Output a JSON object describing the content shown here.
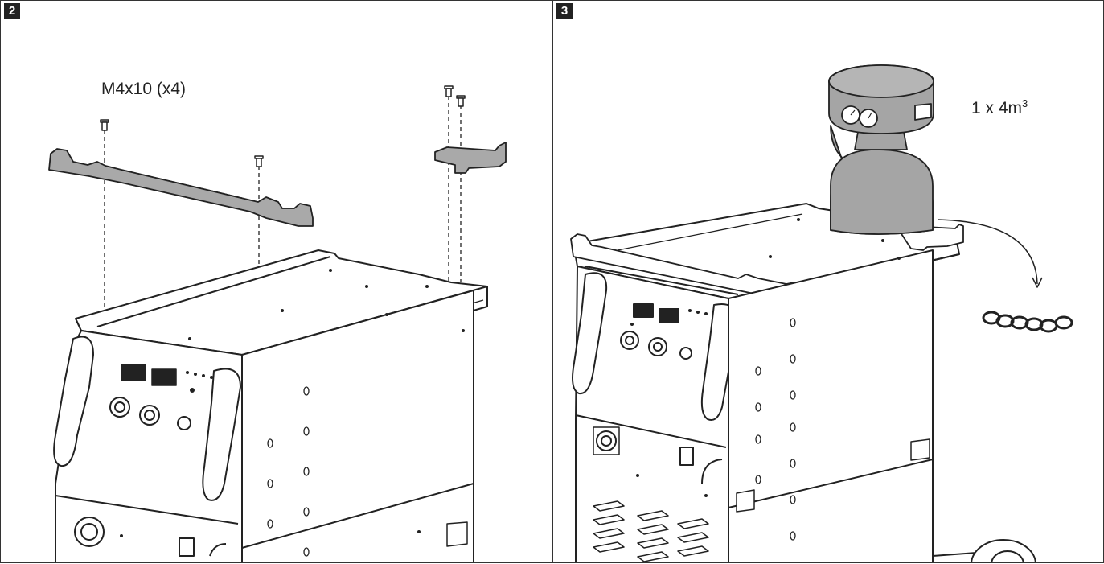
{
  "panels": [
    {
      "step": "2",
      "label": "M4x10 (x4)"
    },
    {
      "step": "3",
      "label_main": "1 x 4m",
      "label_sup": "3"
    }
  ],
  "colors": {
    "line": "#222222",
    "part_fill": "#a9a9a9",
    "cylinder_fill": "#a5a5a5",
    "panel_fill": "#ffffff"
  },
  "icons": [
    "screw-icon",
    "chain-icon",
    "gas-cylinder-icon",
    "display-icon",
    "knob-icon",
    "handle-icon"
  ]
}
